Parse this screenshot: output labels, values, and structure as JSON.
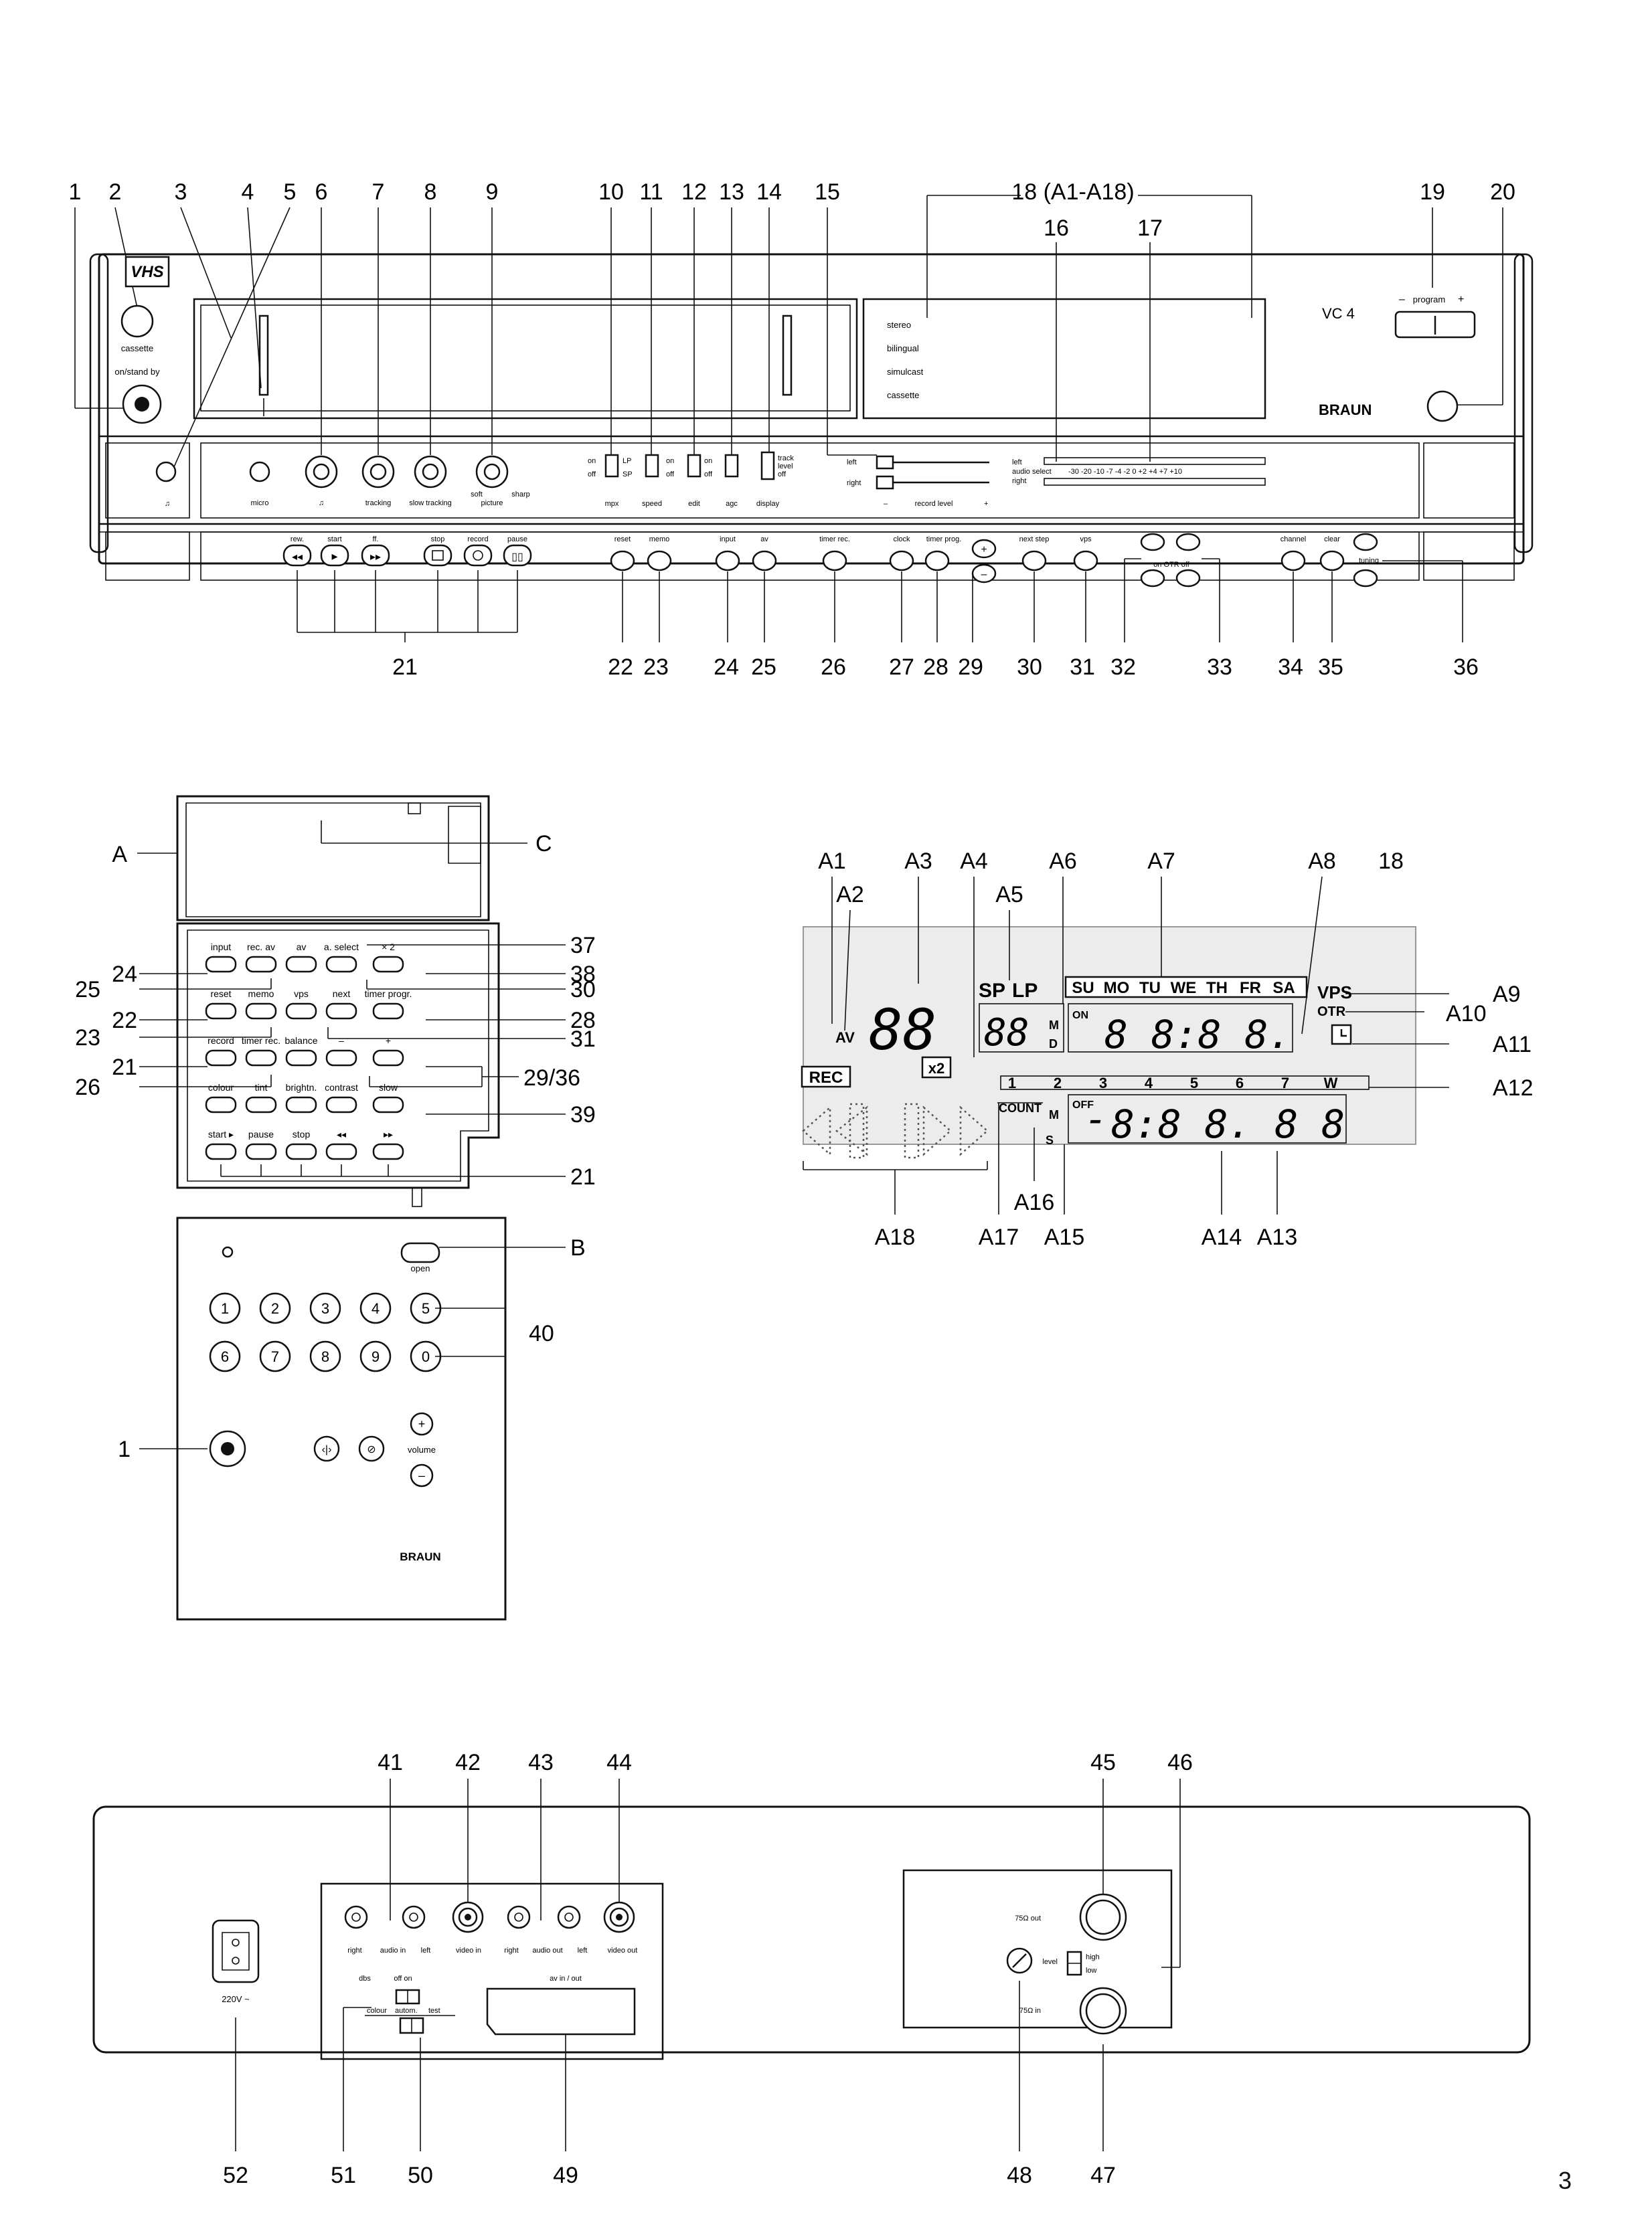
{
  "page_number": "3",
  "front": {
    "callouts_top": [
      "1",
      "2",
      "3",
      "4",
      "5",
      "6",
      "7",
      "8",
      "9",
      "10",
      "11",
      "12",
      "13",
      "14",
      "15"
    ],
    "callout_display": "18 (A1-A18)",
    "callout_16": "16",
    "callout_17": "17",
    "callout_19": "19",
    "callout_20": "20",
    "callouts_bottom": [
      "21",
      "22",
      "23",
      "24",
      "25",
      "26",
      "27",
      "28",
      "29",
      "30",
      "31",
      "32",
      "33",
      "34",
      "35",
      "36"
    ],
    "vhs_logo": "VHS",
    "model": "VC 4",
    "brand": "BRAUN",
    "cassette_label": "cassette",
    "standby_label": "on/stand by",
    "display_modes": [
      "stereo",
      "bilingual",
      "simulcast",
      "cassette"
    ],
    "program_label": "program",
    "knob_labels": [
      "micro",
      "tracking",
      "slow tracking",
      "picture"
    ],
    "picture_soft": "soft",
    "picture_sharp": "sharp",
    "switch_labels": [
      "mpx",
      "speed",
      "edit",
      "agc",
      "display"
    ],
    "switch_on": "on",
    "switch_off": "off",
    "switch_lp": "LP",
    "switch_sp": "SP",
    "display_switch_opts": [
      "track",
      "level",
      "off"
    ],
    "level_left": "left",
    "level_right": "right",
    "record_level": "record level",
    "audio_select": "audio select",
    "audio_scale": "-30 -20 -10 -7 -4 -2 0 +2 +4 +7 +10",
    "transport_labels": [
      "rew.",
      "start",
      "ff.",
      "stop",
      "record",
      "pause"
    ],
    "button_labels": [
      "reset",
      "memo",
      "input",
      "av",
      "timer rec.",
      "clock",
      "timer prog.",
      "next step",
      "vps",
      "channel",
      "clear",
      "tuning"
    ],
    "otr_label": "on  OTR  off"
  },
  "remote": {
    "labels_left": [
      "A",
      "24",
      "25",
      "22",
      "23",
      "21",
      "26",
      "1"
    ],
    "labels_right": [
      "C",
      "37",
      "38",
      "30",
      "28",
      "31",
      "29/36",
      "39",
      "21",
      "B",
      "40"
    ],
    "row1": [
      "input",
      "rec. av",
      "av",
      "a. select",
      "× 2"
    ],
    "row2": [
      "reset",
      "memo",
      "vps",
      "next",
      "timer progr."
    ],
    "row3": [
      "record",
      "timer rec.",
      "balance",
      "–",
      "+"
    ],
    "row4": [
      "colour",
      "tint",
      "brightn.",
      "contrast",
      "slow"
    ],
    "row5": [
      "start ▸",
      "pause",
      "stop",
      "◂◂",
      "▸▸"
    ],
    "open_label": "open",
    "digits": [
      "1",
      "2",
      "3",
      "4",
      "5",
      "6",
      "7",
      "8",
      "9",
      "0"
    ],
    "volume_label": "volume",
    "brand": "BRAUN"
  },
  "display": {
    "top_labels": [
      "A1",
      "A3",
      "A4",
      "A6",
      "A7",
      "A8",
      "18"
    ],
    "a2": "A2",
    "a5": "A5",
    "right_labels": [
      "A9",
      "A10",
      "A11",
      "A12"
    ],
    "bottom_labels": [
      "A18",
      "A17",
      "A16",
      "A15",
      "A14",
      "A13"
    ],
    "av": "AV",
    "rec": "REC",
    "sp": "SP",
    "lp": "LP",
    "days": [
      "SU",
      "MO",
      "TU",
      "WE",
      "TH",
      "FR",
      "SA"
    ],
    "vps": "VPS",
    "otr": "OTR",
    "x2": "x2",
    "on": "ON",
    "off": "OFF",
    "count": "COUNT",
    "m": "M",
    "d": "D",
    "s": "S",
    "week": [
      "1",
      "2",
      "3",
      "4",
      "5",
      "6",
      "7",
      "W"
    ],
    "seg_channel": "88",
    "seg_day": "88",
    "seg_time": "8 8:8 8.",
    "seg_counter": "8:8 8. 8 8",
    "seg_minus": "-"
  },
  "rear": {
    "top_callouts": [
      "41",
      "42",
      "43",
      "44",
      "45",
      "46"
    ],
    "bottom_callouts": [
      "52",
      "51",
      "50",
      "49",
      "48",
      "47"
    ],
    "mains": "220V ~",
    "jack_labels": [
      "right",
      "audio in",
      "left",
      "video in",
      "right",
      "audio out",
      "left",
      "video out"
    ],
    "dbs": "dbs",
    "dbs_opts": "off  on",
    "colour": "colour",
    "autom": "autom.",
    "test": "test",
    "av_io": "av   in / out",
    "ant_out": "75Ω out",
    "ant_in": "75Ω in",
    "level": "level",
    "high": "high",
    "low": "low"
  }
}
